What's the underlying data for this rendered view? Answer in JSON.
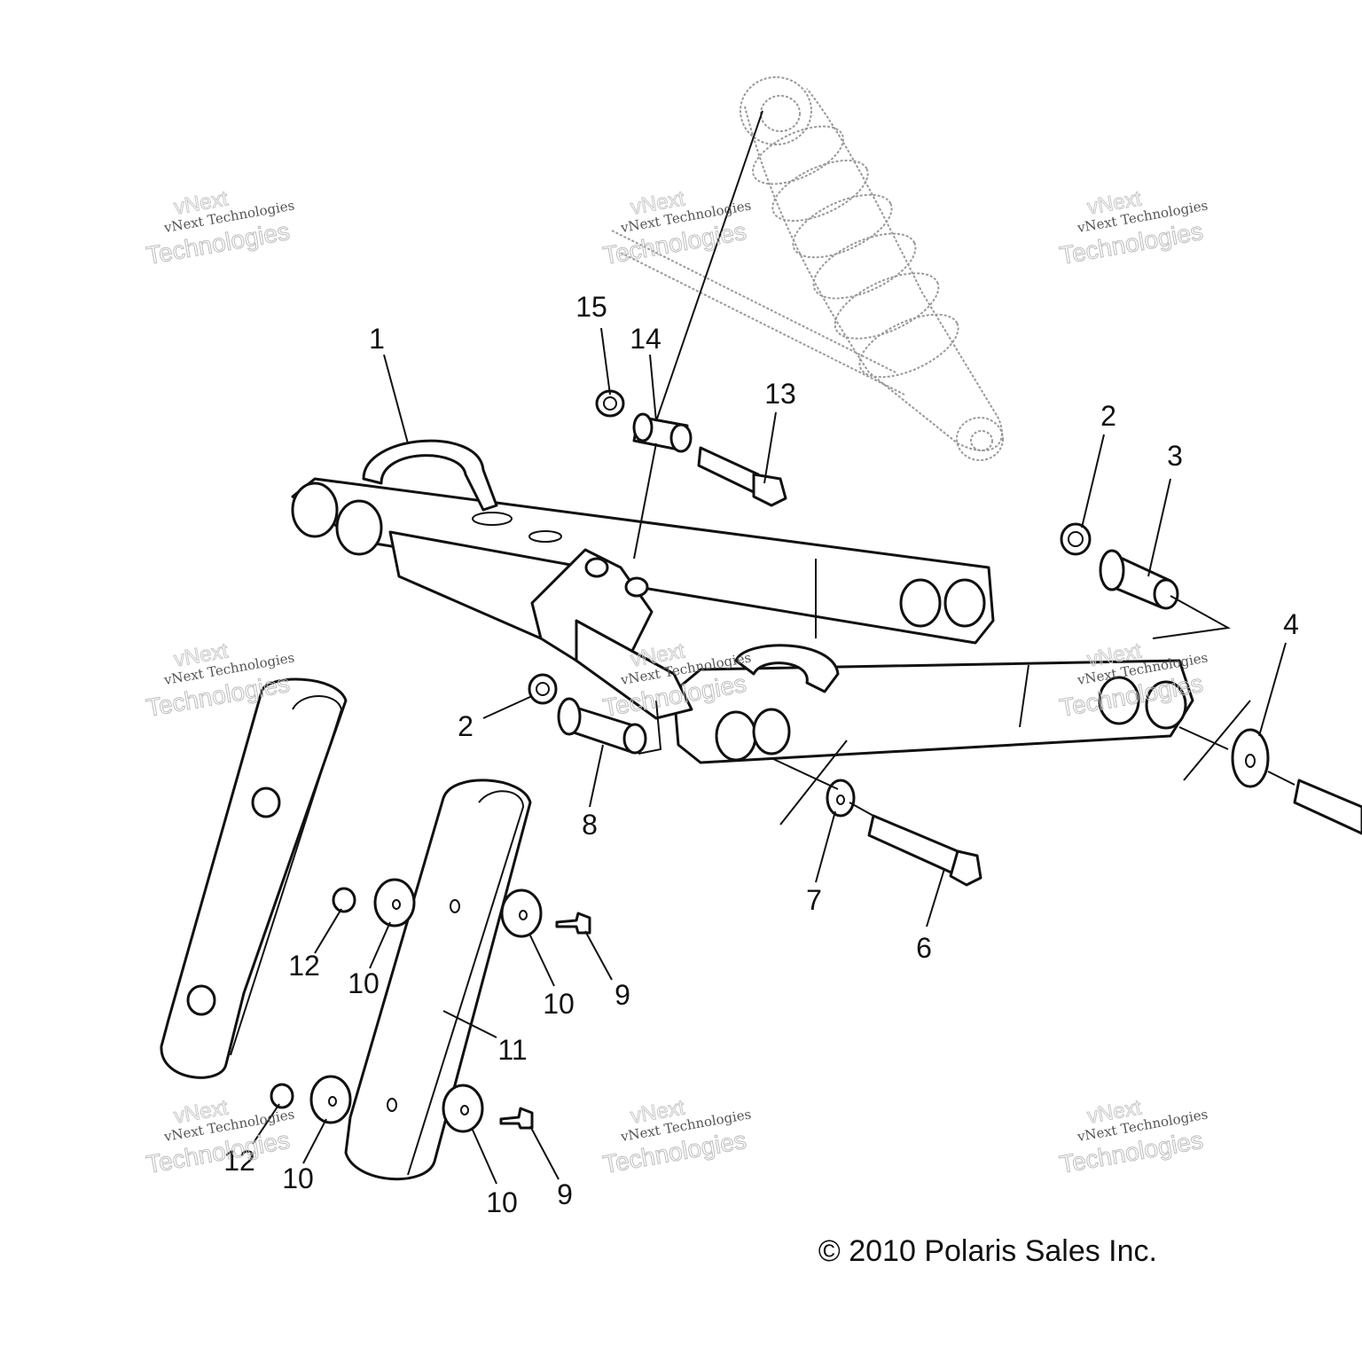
{
  "copyright": "© 2010 Polaris Sales Inc.",
  "watermark": {
    "line1": "vNext",
    "line2": "vNext Technologies",
    "line3": "Technologies"
  },
  "callouts": [
    "1",
    "2",
    "3",
    "4",
    "2",
    "6",
    "7",
    "8",
    "9",
    "10",
    "10",
    "11",
    "12",
    "10",
    "10",
    "12",
    "9",
    "13",
    "14",
    "15"
  ]
}
